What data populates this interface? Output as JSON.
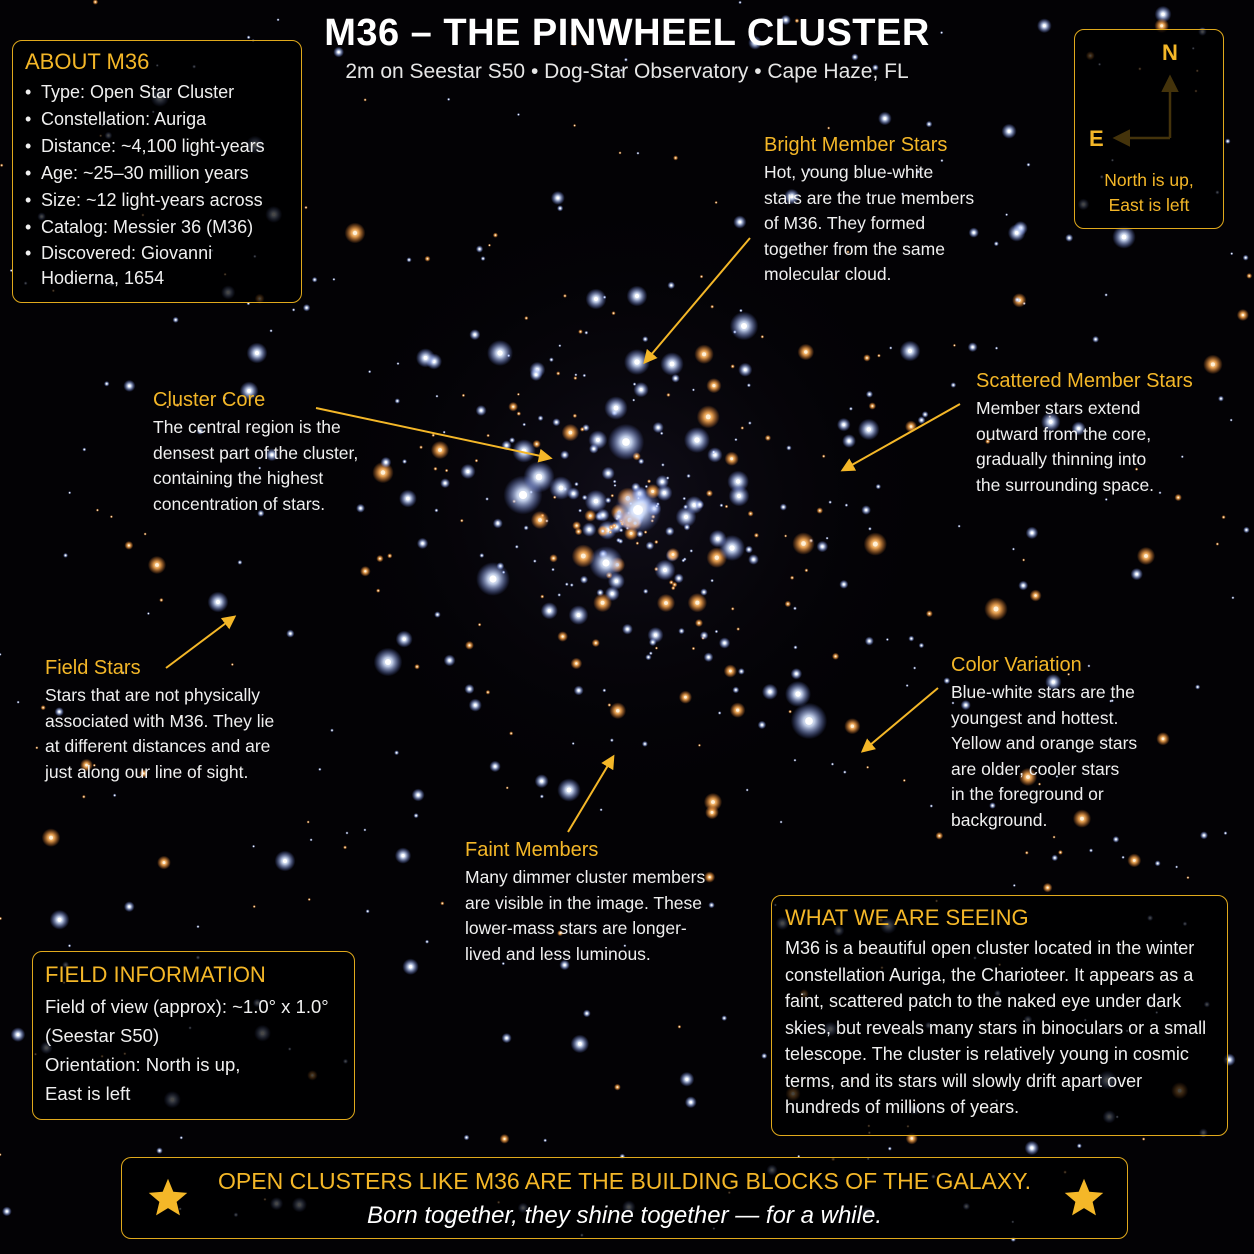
{
  "header": {
    "title": "M36 – THE PINWHEEL CLUSTER",
    "subtitle": "2m on Seestar S50  •  Dog-Star Observatory  •  Cape Haze, FL"
  },
  "about": {
    "title": "ABOUT M36",
    "items": [
      "Type:  Open Star Cluster",
      "Constellation:  Auriga",
      "Distance:  ~4,100 light-years",
      "Age:  ~25–30 million years",
      "Size:  ~12 light-years across",
      "Catalog:  Messier 36 (M36)",
      "Discovered:  Giovanni Hodierna, 1654"
    ]
  },
  "compass": {
    "north_label": "N",
    "east_label": "E",
    "note_line1": "North is up,",
    "note_line2": "East is left"
  },
  "annotations": {
    "bright": {
      "title": "Bright Member Stars",
      "lines": [
        "Hot, young blue-white",
        "stars are the true members",
        "of M36.  They formed",
        "together from the same",
        "molecular cloud."
      ]
    },
    "scattered": {
      "title": "Scattered Member Stars",
      "lines": [
        "Member stars extend",
        "outward from the core,",
        "gradually thinning into",
        "the surrounding space."
      ]
    },
    "core": {
      "title": "Cluster Core",
      "lines": [
        "The central region is the",
        "densest part of the cluster,",
        "containing the highest",
        "concentration of stars."
      ]
    },
    "field": {
      "title": "Field Stars",
      "lines": [
        "Stars that are not physically",
        "associated with M36.  They lie",
        "at different distances and are",
        "just along our line of sight."
      ]
    },
    "color": {
      "title": "Color Variation",
      "lines": [
        "Blue-white stars are the",
        "youngest and hottest.",
        "Yellow and orange stars",
        "are older, cooler stars",
        "in the foreground or",
        "background."
      ]
    },
    "faint": {
      "title": "Faint Members",
      "lines": [
        "Many dimmer cluster members",
        "are visible in the image.  These",
        "lower-mass stars are longer-",
        "lived and less luminous."
      ]
    }
  },
  "field_info": {
    "title": "FIELD INFORMATION",
    "lines": [
      "Field of view (approx):  ~1.0° x 1.0°",
      "(Seestar S50)",
      "Orientation:  North is up,",
      "East is left"
    ]
  },
  "seeing": {
    "title": "WHAT WE ARE SEEING",
    "lines": [
      "M36 is a beautiful open cluster located in the winter",
      "constellation Auriga, the Charioteer.  It appears as a",
      "faint, scattered patch to the naked eye under dark",
      "skies, but reveals many stars in binoculars or a small",
      "telescope.  The cluster is relatively young in cosmic",
      "terms, and its stars will slowly drift apart over",
      "hundreds of millions of years."
    ]
  },
  "banner": {
    "line1": "OPEN CLUSTERS LIKE M36 ARE THE BUILDING BLOCKS OF THE GALAXY.",
    "line2": "Born together, they shine together — for a while."
  },
  "colors": {
    "accent": "#f4b728",
    "background": "#030205",
    "star_blue": "#cfe0ff",
    "star_orange": "#ffae55"
  }
}
